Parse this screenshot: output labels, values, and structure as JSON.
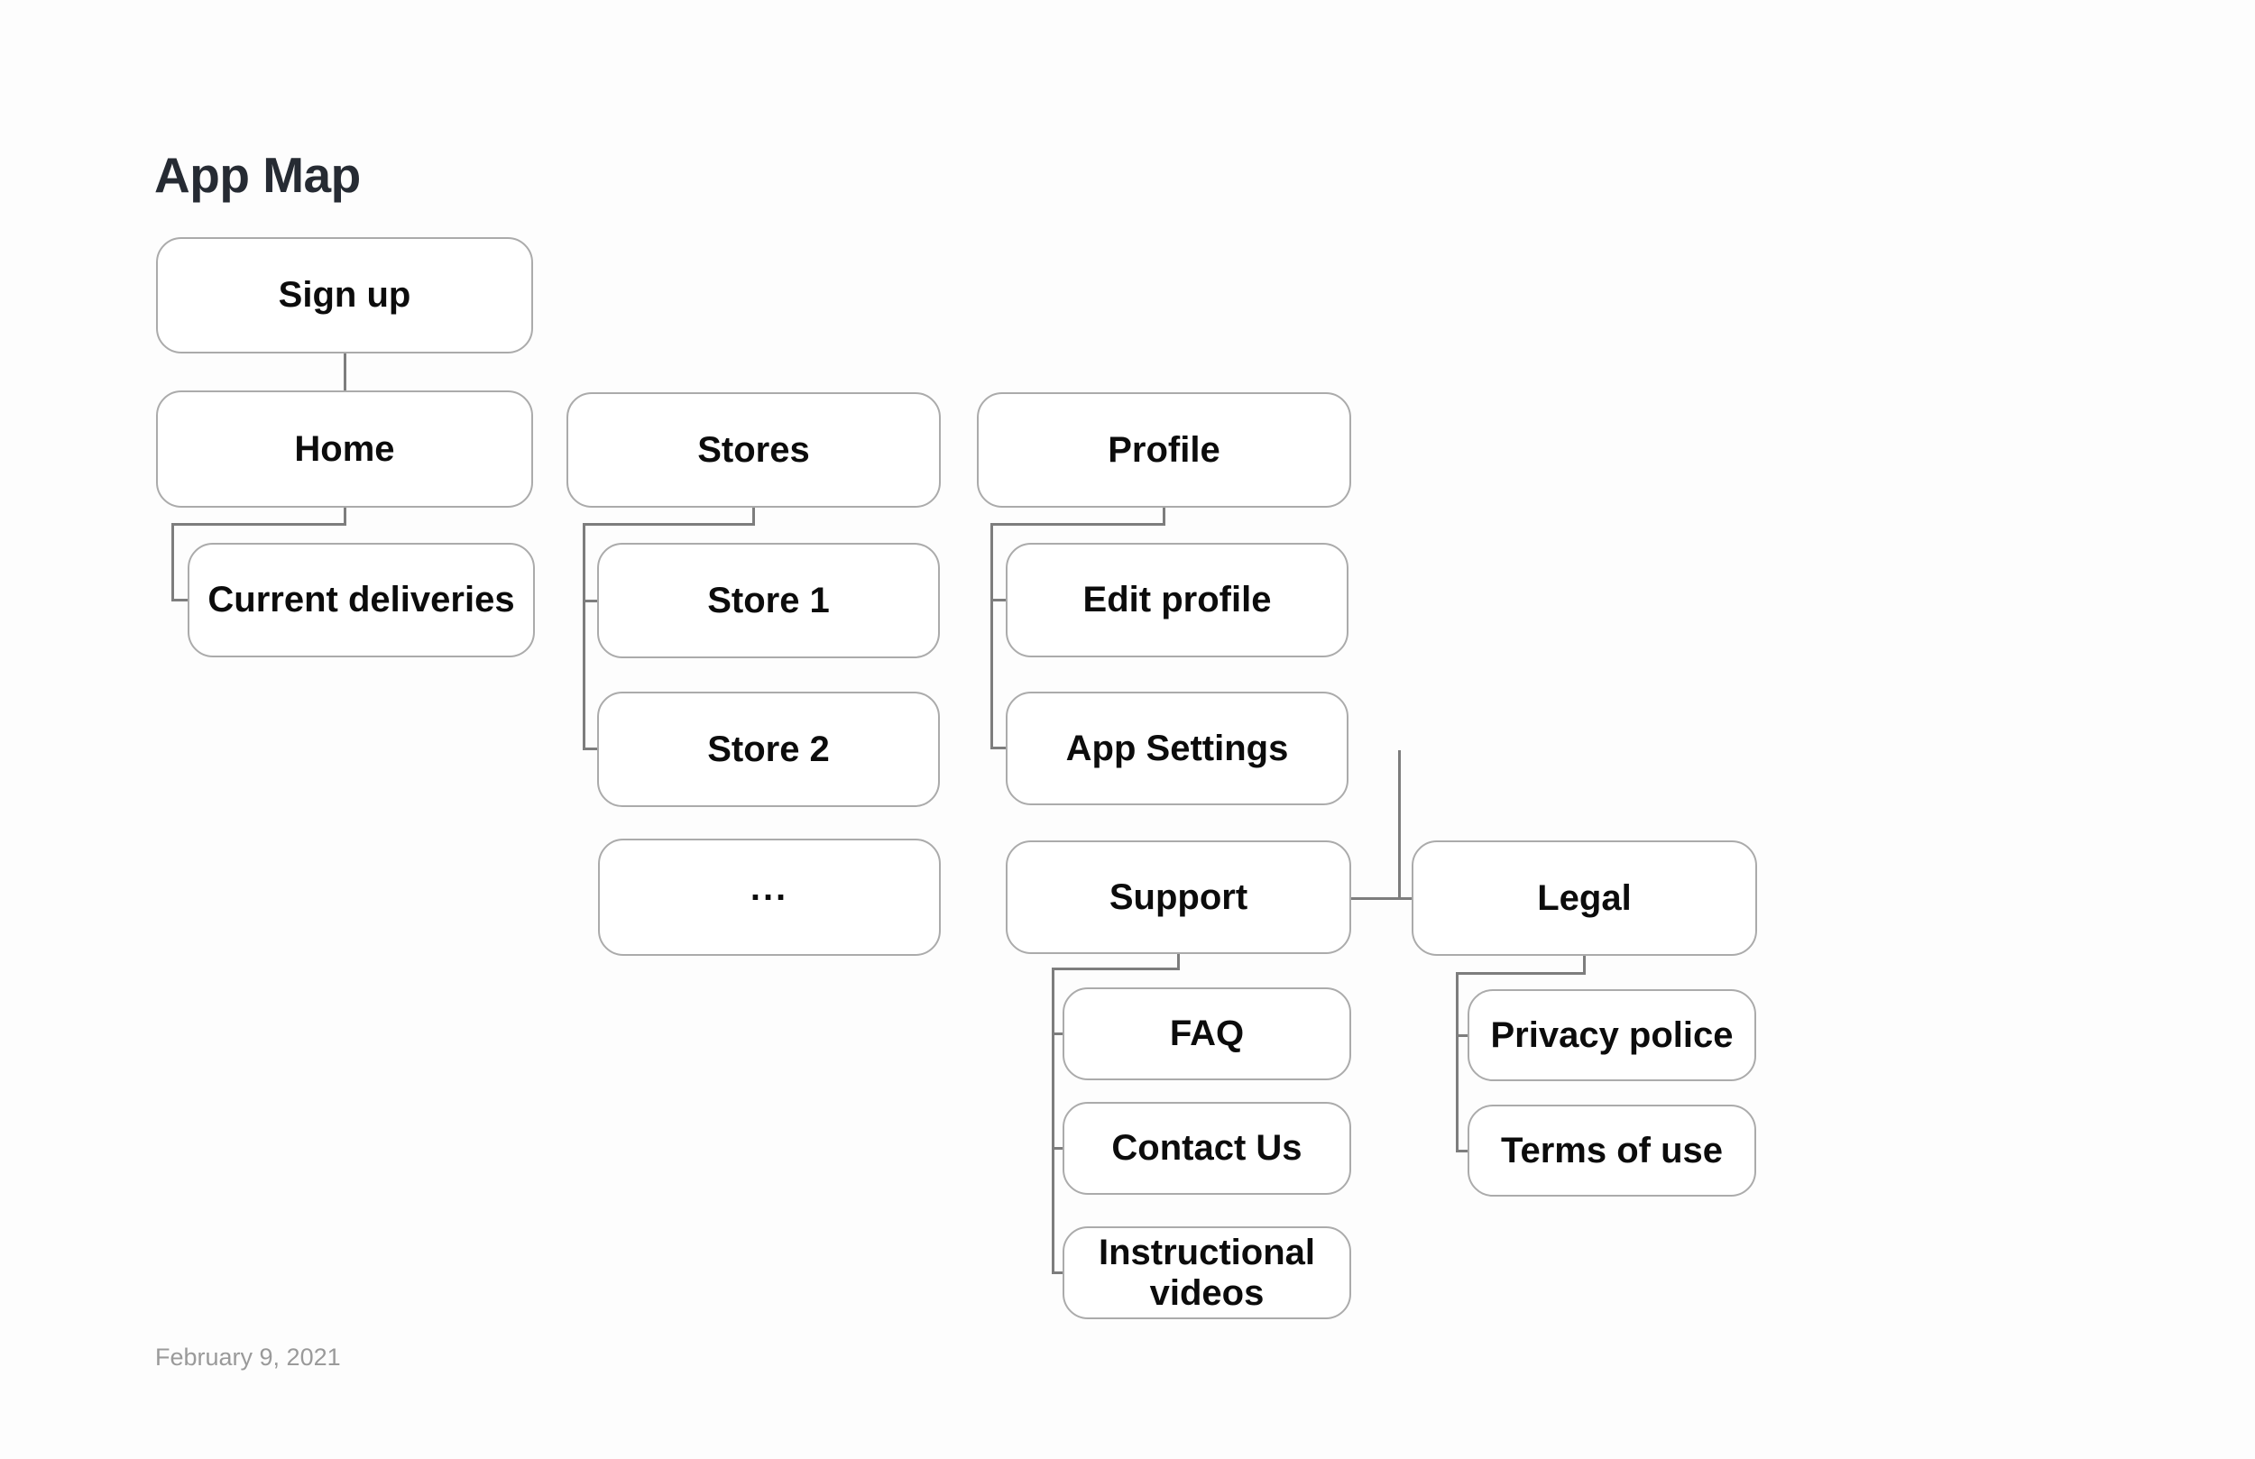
{
  "title": "App Map",
  "date": "February 9, 2021",
  "nodes": {
    "sign_up": {
      "label": "Sign up"
    },
    "home": {
      "label": "Home"
    },
    "current_deliveries": {
      "label": "Current deliveries"
    },
    "stores": {
      "label": "Stores"
    },
    "store_1": {
      "label": "Store 1"
    },
    "store_2": {
      "label": "Store 2"
    },
    "more_stores": {
      "label": "..."
    },
    "profile": {
      "label": "Profile"
    },
    "edit_profile": {
      "label": "Edit profile"
    },
    "app_settings": {
      "label": "App Settings"
    },
    "support": {
      "label": "Support"
    },
    "legal": {
      "label": "Legal"
    },
    "faq": {
      "label": "FAQ"
    },
    "contact_us": {
      "label": "Contact Us"
    },
    "instructional_videos": {
      "label": "Instructional videos"
    },
    "privacy_police": {
      "label": "Privacy police"
    },
    "terms_of_use": {
      "label": "Terms of use"
    }
  },
  "edges": [
    {
      "from": "Sign up",
      "to": "Home"
    },
    {
      "from": "Home",
      "to": "Current deliveries"
    },
    {
      "from": "Stores",
      "to": "Store 1"
    },
    {
      "from": "Stores",
      "to": "Store 2"
    },
    {
      "from": "Profile",
      "to": "Edit profile"
    },
    {
      "from": "Profile",
      "to": "App Settings"
    },
    {
      "from": "Support",
      "to": "Legal"
    },
    {
      "from": "Support",
      "to": "FAQ"
    },
    {
      "from": "Support",
      "to": "Contact Us"
    },
    {
      "from": "Support",
      "to": "Instructional videos"
    },
    {
      "from": "Legal",
      "to": "Privacy police"
    },
    {
      "from": "Legal",
      "to": "Terms of use"
    }
  ],
  "colors": {
    "background": "#fdfdfd",
    "node_fill": "#ffffff",
    "node_border": "#ababab",
    "connector": "#7d7d7d",
    "label_text": "#0c0c0c",
    "title_text": "#262b33",
    "date_text": "#9a9a9a"
  }
}
